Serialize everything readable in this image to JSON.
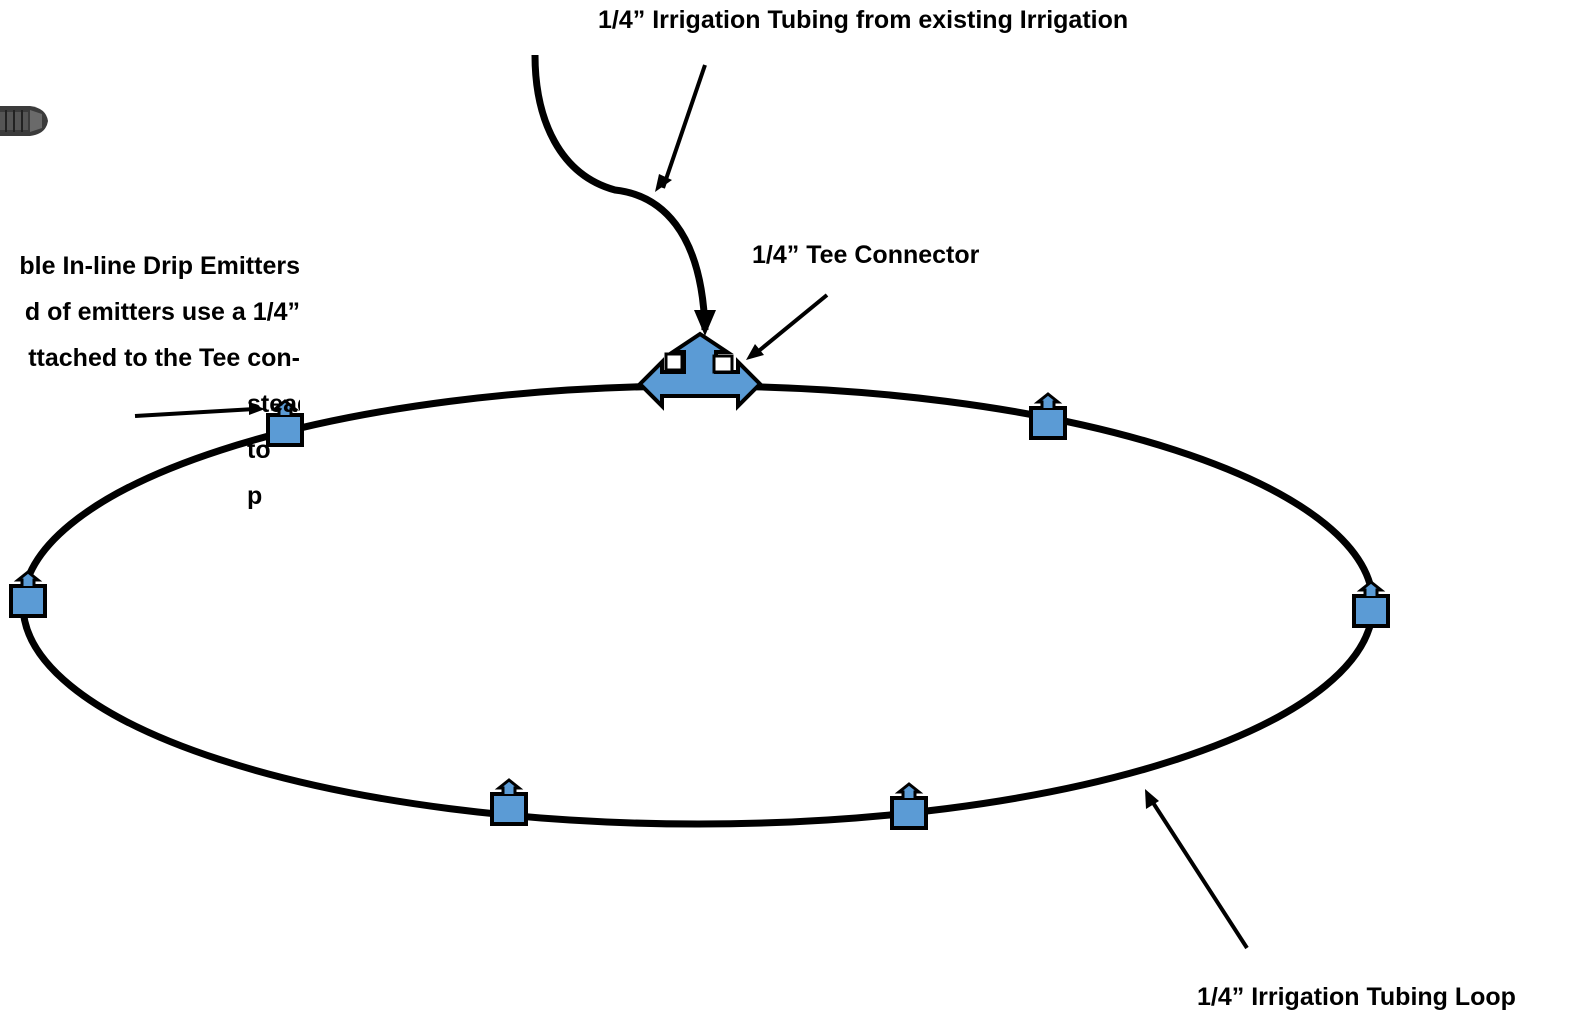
{
  "labels": {
    "feed_tubing": "1/4” Irrigation Tubing from existing Irrigation",
    "tee_connector": "1/4” Tee Connector",
    "tubing_loop": "1/4” Irrigation Tubing Loop",
    "emitters_note_lines": [
      "ble In-line Drip Emitters",
      "d of emitters use a 1/4”",
      "ttached to the Tee con-",
      "steady",
      "to",
      "p"
    ]
  },
  "colors": {
    "fitting_fill": "#5b9bd5",
    "outline": "#000000",
    "background": "#ffffff"
  },
  "icons": {
    "emitter": "inline-drip-emitter-icon",
    "tee": "tee-connector-icon",
    "photo": "drip-emitter-photo"
  }
}
